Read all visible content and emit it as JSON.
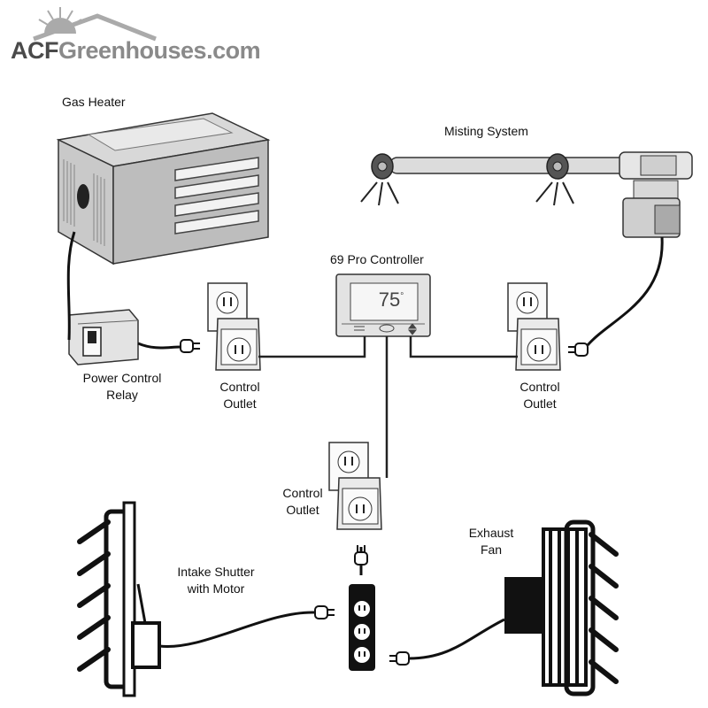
{
  "logo": {
    "brand": "ACF",
    "name": "Greenhouses",
    "domain_suffix": ".com"
  },
  "labels": {
    "gas_heater": "Gas Heater",
    "misting_system": "Misting System",
    "controller": "69 Pro Controller",
    "power_relay_line1": "Power Control",
    "power_relay_line2": "Relay",
    "outlet_left_line1": "Control",
    "outlet_left_line2": "Outlet",
    "outlet_right_line1": "Control",
    "outlet_right_line2": "Outlet",
    "outlet_center_line1": "Control",
    "outlet_center_line2": "Outlet",
    "intake_line1": "Intake Shutter",
    "intake_line2": "with Motor",
    "exhaust_line1": "Exhaust",
    "exhaust_line2": "Fan"
  },
  "controller_display": {
    "temperature": "75",
    "unit_mark": "°"
  }
}
